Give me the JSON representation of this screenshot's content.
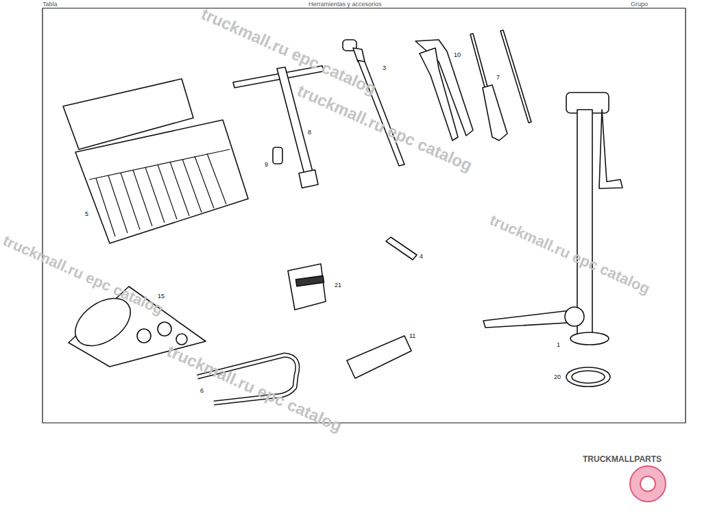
{
  "diagram": {
    "title": "Herramientas y accesorios",
    "labels": [
      "Tabla",
      "Grupo",
      "10",
      "3",
      "7",
      "8",
      "9",
      "5",
      "4",
      "21",
      "15",
      "11",
      "1",
      "20",
      "6",
      "truckmall.ru epc catalog",
      "truckmall.ru epc catalog",
      "truckmall.ru epc catalog",
      "truckmall.ru epc catalog",
      "truckmall.ru epc catalog",
      "TRUCKMALLPARTS"
    ]
  }
}
